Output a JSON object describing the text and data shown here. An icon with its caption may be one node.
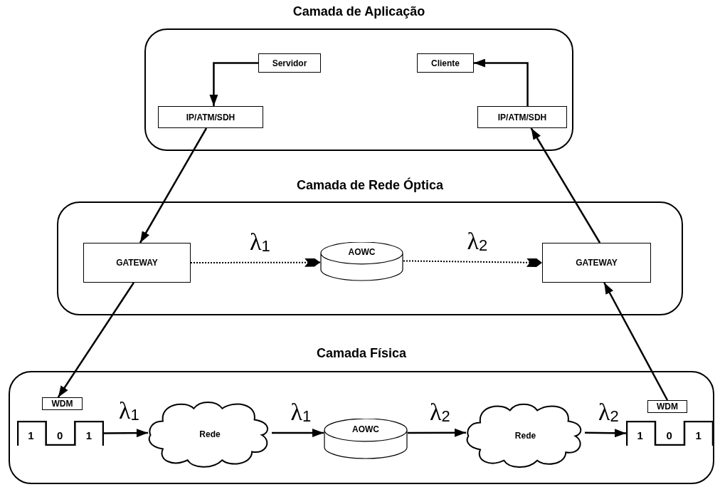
{
  "diagram": {
    "nodes": [
      {
        "text": [
          "Camada de Aplicação"
        ]
      },
      {
        "text": [
          "Servidor"
        ],
        "in": 0
      },
      {
        "text": [
          "Cliente"
        ],
        "in": 0
      },
      {
        "text": [
          "IP/ATM/SDH"
        ],
        "in": 0
      },
      {
        "text": [
          "IP/ATM/SDH"
        ],
        "in": 0
      },
      {
        "text": [
          "Camada de Rede Óptica"
        ]
      },
      {
        "text": [
          "GATEWAY"
        ],
        "in": 5
      },
      {
        "text": [
          "AOWC"
        ],
        "in": 5
      },
      {
        "text": [
          "GATEWAY"
        ],
        "in": 5
      },
      {
        "text": [
          "Camada Física"
        ]
      },
      {
        "text": [
          "WDM"
        ],
        "in": 9
      },
      {
        "text": [
          "1",
          "0",
          "1"
        ],
        "in": 9
      },
      {
        "text": [
          "Rede"
        ],
        "in": 9
      },
      {
        "text": [
          "AOWC"
        ],
        "in": 9
      },
      {
        "text": [
          "Rede"
        ],
        "in": 9
      },
      {
        "text": [
          "1",
          "0",
          "1"
        ],
        "in": 9
      },
      {
        "text": [
          "WDM"
        ],
        "in": 9
      }
    ],
    "edges": [
      {
        "from": 1,
        "to": 3,
        "arrow": "to"
      },
      {
        "from": 4,
        "to": 2,
        "arrow": "to"
      },
      {
        "from": 3,
        "to": 6,
        "arrow": "to"
      },
      {
        "from": 8,
        "to": 4,
        "arrow": "to"
      },
      {
        "from": 6,
        "to": 7,
        "arrow": "to",
        "label": "λ$_{1}$",
        "style": "dashed"
      },
      {
        "from": 7,
        "to": 8,
        "arrow": "to",
        "label": "λ$_{2}$",
        "style": "dashed"
      },
      {
        "from": 6,
        "to": 10,
        "arrow": "to"
      },
      {
        "from": 16,
        "to": 8,
        "arrow": "to"
      },
      {
        "from": 11,
        "to": 12,
        "arrow": "to",
        "label": "λ$_{1}$"
      },
      {
        "from": 12,
        "to": 13,
        "arrow": "to",
        "label": "λ$_{1}$"
      },
      {
        "from": 13,
        "to": 14,
        "arrow": "to",
        "label": "λ$_{2}$"
      },
      {
        "from": 14,
        "to": 15,
        "arrow": "to",
        "label": "λ$_{2}$"
      }
    ]
  }
}
